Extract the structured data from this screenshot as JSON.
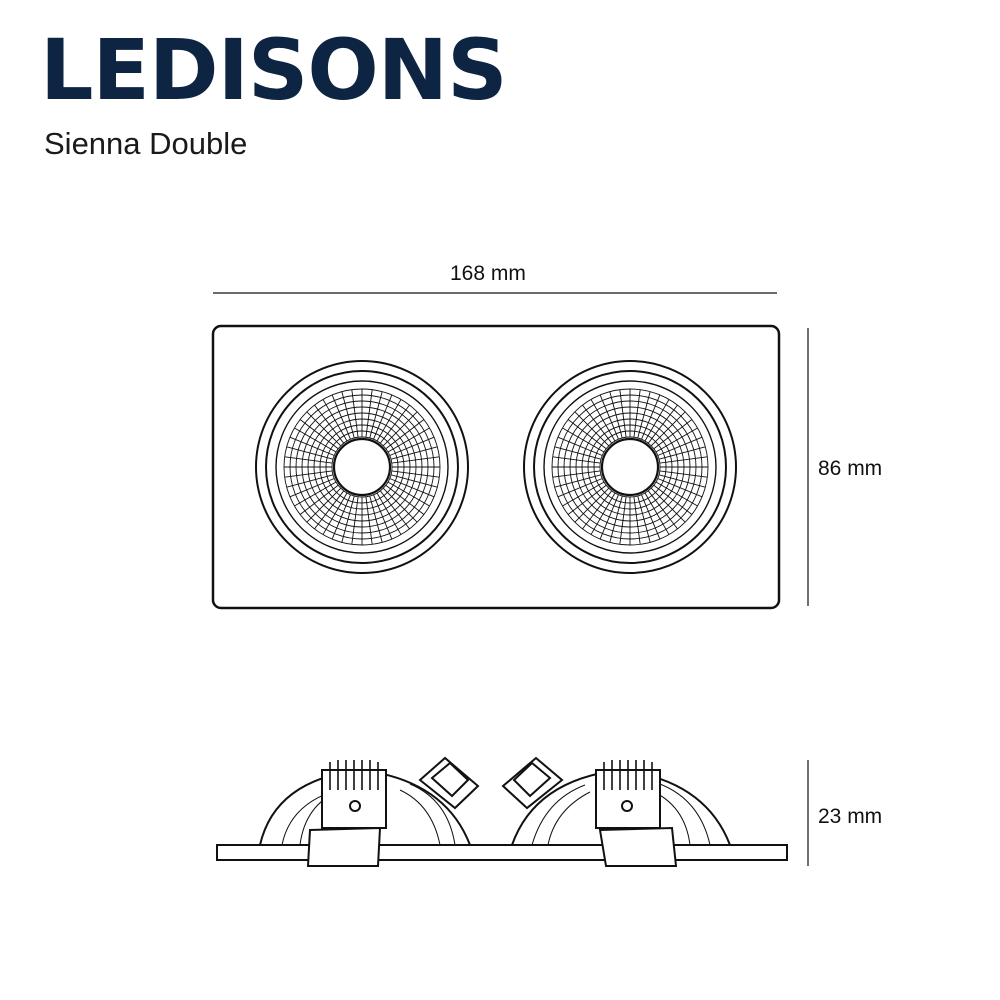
{
  "brand": {
    "logo_text": "LEDISONS"
  },
  "product": {
    "name": "Sienna Double"
  },
  "dimensions": {
    "width": "168 mm",
    "height": "86 mm",
    "depth": "23 mm"
  }
}
